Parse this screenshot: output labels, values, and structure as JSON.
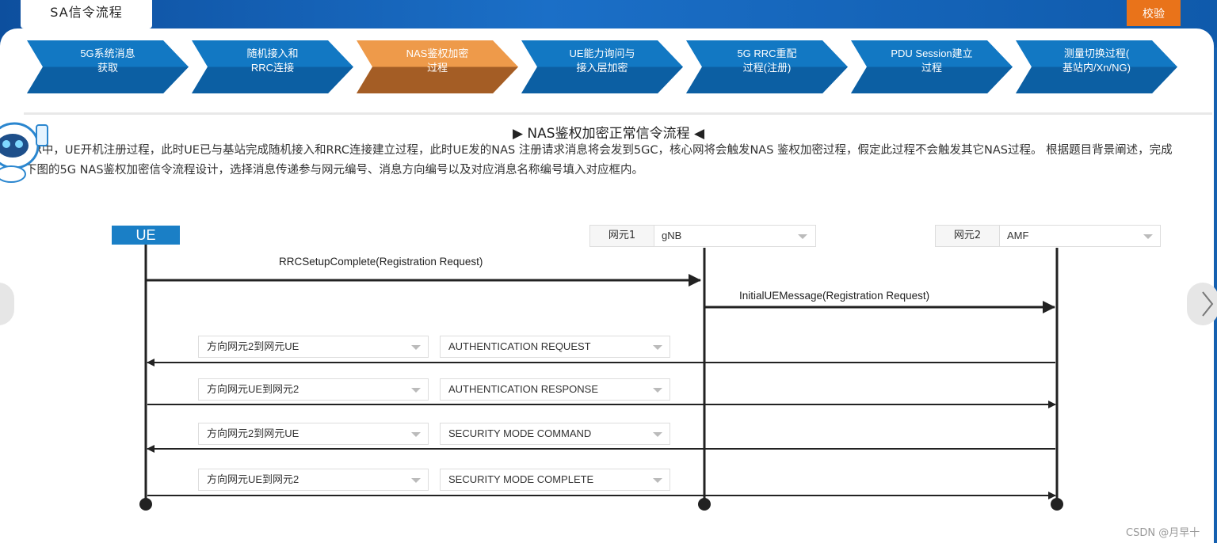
{
  "header": {
    "tab_title": "SA信令流程",
    "verify_label": "校验"
  },
  "steps": [
    {
      "line1": "5G系统消息",
      "line2": "获取",
      "active": false
    },
    {
      "line1": "随机接入和",
      "line2": "RRC连接",
      "active": false
    },
    {
      "line1": "NAS鉴权加密",
      "line2": "过程",
      "active": true
    },
    {
      "line1": "UE能力询问与",
      "line2": "接入层加密",
      "active": false
    },
    {
      "line1": "5G RRC重配",
      "line2": "过程(注册)",
      "active": false
    },
    {
      "line1": "PDU Session建立",
      "line2": "过程",
      "active": false
    },
    {
      "line1": "测量切换过程(",
      "line2": "基站内/Xn/NG)",
      "active": false
    }
  ],
  "section_title": "▶ NAS鉴权加密正常信令流程 ◀",
  "description": "NR中，UE开机注册过程，此时UE已与基站完成随机接入和RRC连接建立过程，此时UE发的NAS 注册请求消息将会发到5GC，核心网将会触发NAS 鉴权加密过程，假定此过程不会触发其它NAS过程。 根据题目背景阐述，完成下图的5G NAS鉴权加密信令流程设计，选择消息传递参与网元编号、消息方向编号以及对应消息名称编号填入对应框内。",
  "diagram": {
    "ue_label": "UE",
    "ne1": {
      "label": "网元1",
      "value": "gNB"
    },
    "ne2": {
      "label": "网元2",
      "value": "AMF"
    },
    "messages": [
      {
        "text": "RRCSetupComplete(Registration Request)"
      },
      {
        "text": "InitialUEMessage(Registration Request)"
      }
    ],
    "rows": [
      {
        "direction": "方向网元2到网元UE",
        "message": "AUTHENTICATION REQUEST"
      },
      {
        "direction": "方向网元UE到网元2",
        "message": "AUTHENTICATION RESPONSE"
      },
      {
        "direction": "方向网元2到网元UE",
        "message": "SECURITY MODE COMMAND"
      },
      {
        "direction": "方向网元UE到网元2",
        "message": "SECURITY MODE COMPLETE"
      }
    ]
  },
  "footer": {
    "watermark": "CSDN @月早十"
  },
  "colors": {
    "step_blue": "#1278c3",
    "step_active": "#e8913e",
    "verify": "#e9731a",
    "ue_box": "#1a7fc6"
  }
}
